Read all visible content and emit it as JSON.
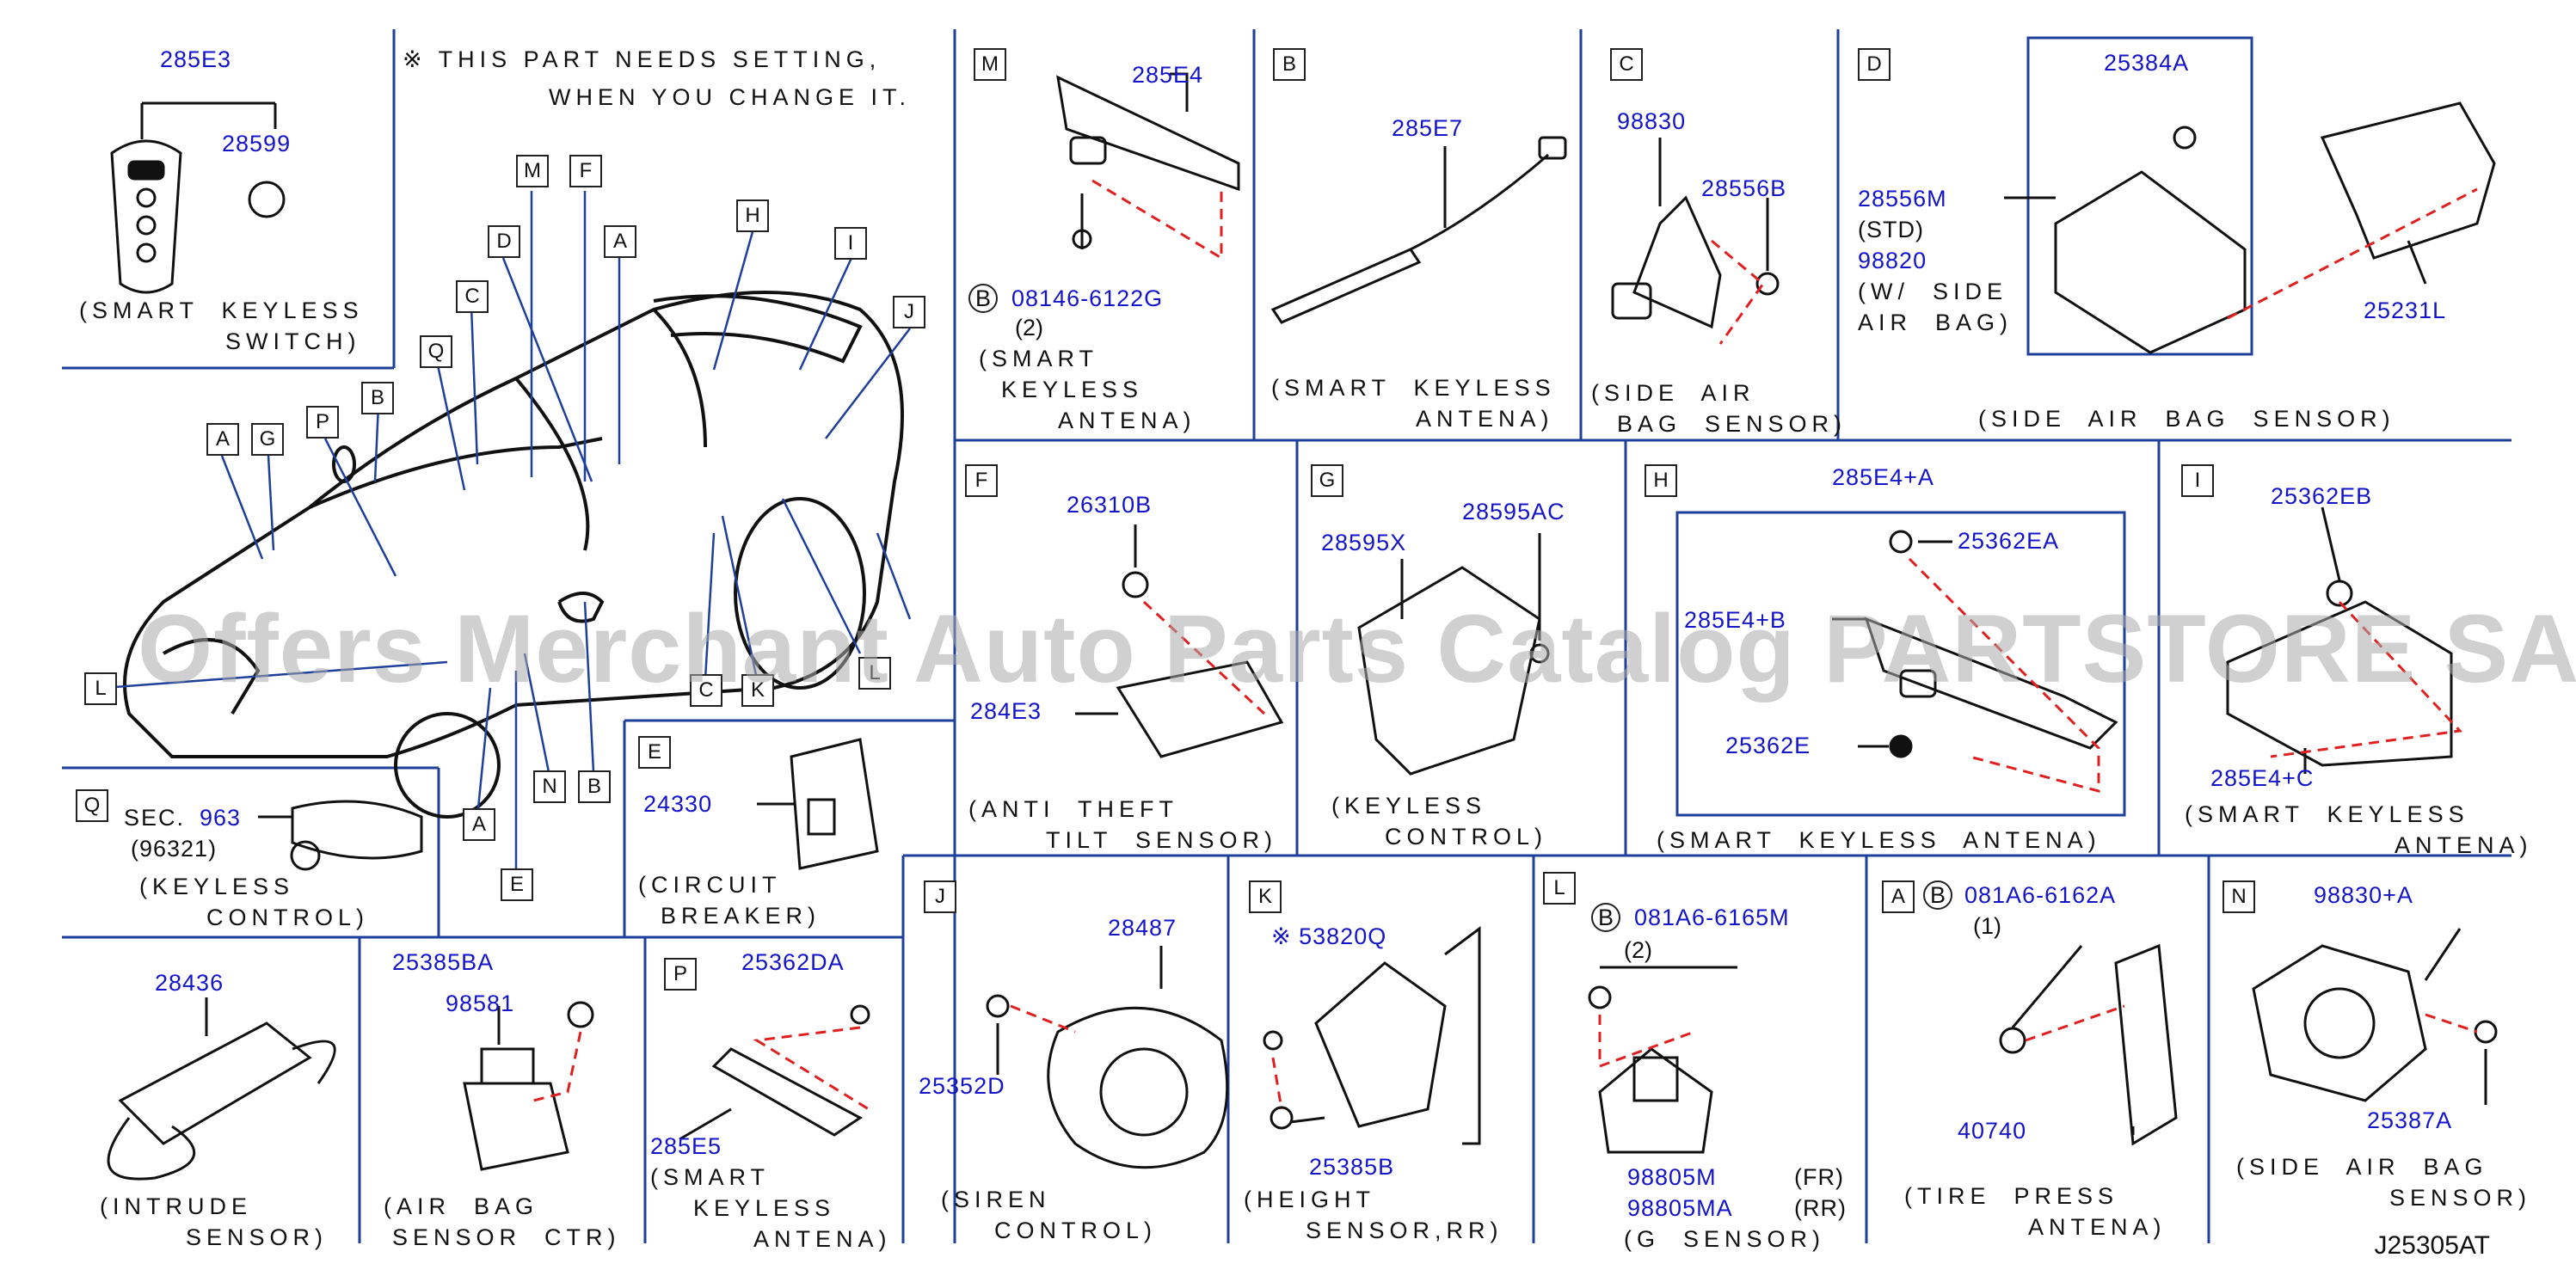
{
  "watermark": "Offers Merchant Auto Parts Catalog PARTSTORE SA",
  "notice": {
    "line1": "※ THIS PART NEEDS SETTING,",
    "line2": "WHEN YOU CHANGE IT."
  },
  "diagram_code": "J25305AT",
  "colors": {
    "part_number": "#1414c8",
    "grid_line": "#1e3f9a",
    "dashed": "#e02020"
  },
  "panels": {
    "keyless_switch": {
      "pn1": "285E3",
      "pn2": "28599",
      "cap1": "(SMART  KEYLESS",
      "cap2": "SWITCH)"
    },
    "M": {
      "letter": "M",
      "pn1": "285E4",
      "pn2": "08146-6122G",
      "circ": "B",
      "qty": "(2)",
      "cap1": "(SMART",
      "cap2": "KEYLESS",
      "cap3": "ANTENA)"
    },
    "B": {
      "letter": "B",
      "pn1": "285E7",
      "cap1": "(SMART  KEYLESS",
      "cap2": "ANTENA)"
    },
    "C": {
      "letter": "C",
      "pn1": "98830",
      "pn2": "28556B",
      "cap1": "(SIDE  AIR",
      "cap2": "BAG  SENSOR)"
    },
    "D": {
      "letter": "D",
      "pn1": "25384A",
      "pn2": "28556M",
      "std": "(STD)",
      "pn3": "98820",
      "w1": "(W/  SIDE",
      "w2": "AIR  BAG)",
      "pn4": "25231L",
      "cap1": "(SIDE  AIR  BAG  SENSOR)"
    },
    "F": {
      "letter": "F",
      "pn1": "26310B",
      "pn2": "284E3",
      "cap1": "(ANTI  THEFT",
      "cap2": "TILT  SENSOR)"
    },
    "G": {
      "letter": "G",
      "pn1": "28595X",
      "pn2": "28595AC",
      "cap1": "(KEYLESS",
      "cap2": "CONTROL)"
    },
    "H": {
      "letter": "H",
      "pn1": "285E4+A",
      "pn2": "25362EA",
      "pn3": "285E4+B",
      "pn4": "25362E",
      "cap1": "(SMART  KEYLESS  ANTENA)"
    },
    "I": {
      "letter": "I",
      "pn1": "25362EB",
      "pn2": "285E4+C",
      "cap1": "(SMART  KEYLESS",
      "cap2": "ANTENA)"
    },
    "Q": {
      "letter": "Q",
      "sec": "SEC.",
      "secnum": "963",
      "sub": "(96321)",
      "cap1": "(KEYLESS",
      "cap2": "CONTROL)"
    },
    "E": {
      "letter": "E",
      "pn1": "24330",
      "cap1": "(CIRCUIT",
      "cap2": "BREAKER)"
    },
    "J": {
      "letter": "J",
      "pn1": "28487",
      "pn2": "25352D",
      "cap1": "(SIREN",
      "cap2": "CONTROL)"
    },
    "K": {
      "letter": "K",
      "pn1": "※ 53820Q",
      "pn2": "25385B",
      "cap1": "(HEIGHT",
      "cap2": "SENSOR,RR)"
    },
    "L": {
      "letter": "L",
      "circ": "B",
      "pn1": "081A6-6165M",
      "qty": "(2)",
      "pn2": "98805M",
      "fr": "(FR)",
      "pn3": "98805MA",
      "rr": "(RR)",
      "cap1": "(G  SENSOR)"
    },
    "A": {
      "letter": "A",
      "circ": "B",
      "pn1": "081A6-6162A",
      "qty": "(1)",
      "pn2": "40740",
      "cap1": "(TIRE  PRESS",
      "cap2": "ANTENA)"
    },
    "N": {
      "letter": "N",
      "pn1": "98830+A",
      "pn2": "25387A",
      "cap1": "(SIDE  AIR  BAG",
      "cap2": "SENSOR)"
    },
    "intrude": {
      "pn1": "28436",
      "cap1": "(INTRUDE",
      "cap2": "SENSOR)"
    },
    "airbag_ctr": {
      "pn1": "25385BA",
      "pn2": "98581",
      "cap1": "(AIR  BAG",
      "cap2": "SENSOR  CTR)"
    },
    "P": {
      "letter": "P",
      "pn1": "25362DA",
      "pn2": "285E5",
      "cap1": "(SMART",
      "cap2": "KEYLESS",
      "cap3": "ANTENA)"
    }
  },
  "car_callouts": [
    "M",
    "F",
    "A",
    "H",
    "I",
    "D",
    "J",
    "C",
    "Q",
    "B",
    "A",
    "G",
    "P",
    "L",
    "L",
    "C",
    "K",
    "N",
    "B",
    "A",
    "E"
  ]
}
